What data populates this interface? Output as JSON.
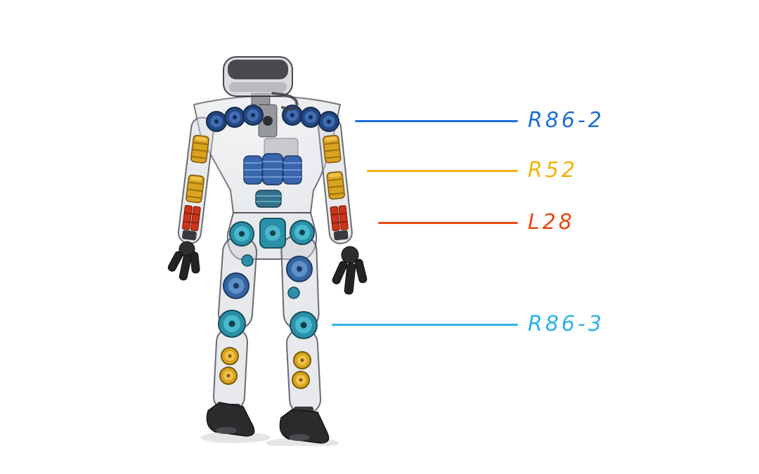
{
  "page": {
    "background": "#ffffff"
  },
  "figure": {
    "type": "annotated-illustration",
    "subject": "transparent humanoid robot, rear view, with actuator callouts",
    "annotations": [
      {
        "label": "R86-2",
        "color": "#1d6fd6",
        "points_to": "shoulder-actuator"
      },
      {
        "label": "R52",
        "color": "#f4b20a",
        "points_to": "upper-arm-actuator"
      },
      {
        "label": "L28",
        "color": "#e94a12",
        "points_to": "forearm-actuator"
      },
      {
        "label": "R86-3",
        "color": "#2cb3e8",
        "points_to": "knee-actuator"
      }
    ],
    "robot_palette": {
      "shell": "#d2d4da",
      "shoulder_motors": "#24477e",
      "torso_motors": "#3a66ae",
      "hip_knee_motors": "#2b8fa8",
      "arm_shin_motors": "#d9a31e",
      "forearm_actuators": "#cf3318",
      "hands_feet": "#2a2a2c"
    }
  }
}
